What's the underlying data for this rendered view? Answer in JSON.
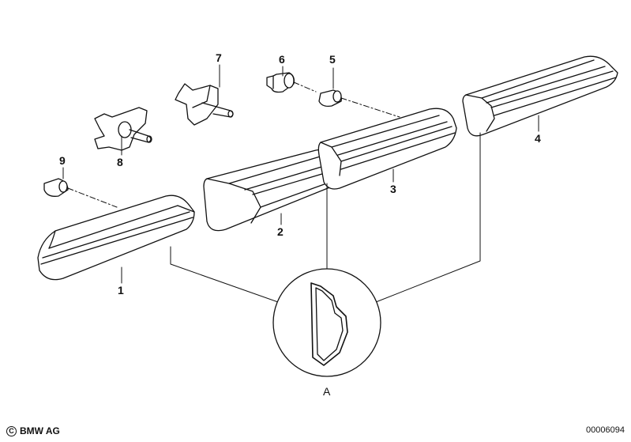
{
  "diagram": {
    "callouts": {
      "p1": "1",
      "p2": "2",
      "p3": "3",
      "p4": "4",
      "p5": "5",
      "p6": "6",
      "p7": "7",
      "p8": "8",
      "p9": "9"
    },
    "detail_label": "A"
  },
  "footer": {
    "copyright_symbol": "C",
    "copyright_text": "BMW AG",
    "diagram_id": "00006094"
  }
}
